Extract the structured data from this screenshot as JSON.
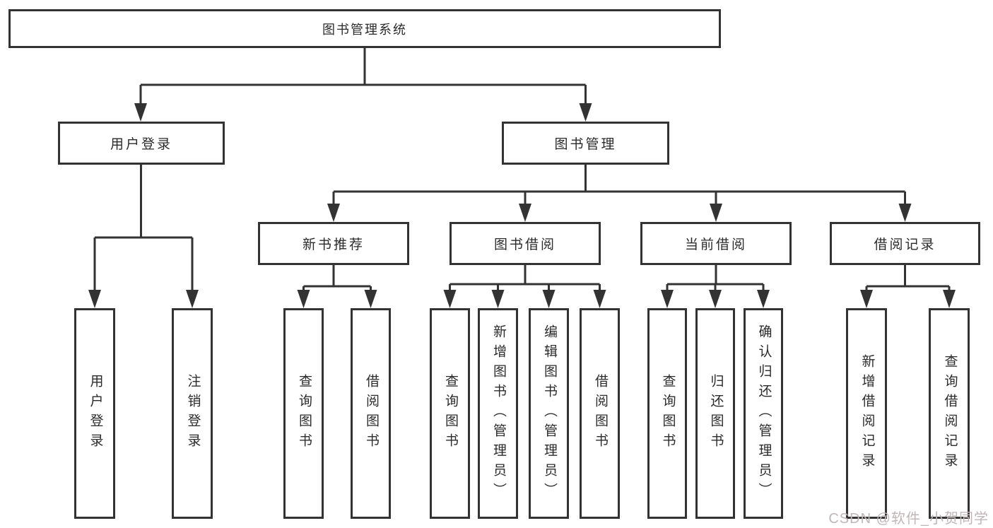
{
  "diagram": {
    "title": "图书管理系统",
    "tree": {
      "root": {
        "label": "图书管理系统",
        "children": [
          {
            "label": "用户登录",
            "children": [
              {
                "label": "用户登录"
              },
              {
                "label": "注销登录"
              }
            ]
          },
          {
            "label": "图书管理",
            "children": [
              {
                "label": "新书推荐",
                "children": [
                  {
                    "label": "查询图书"
                  },
                  {
                    "label": "借阅图书"
                  }
                ]
              },
              {
                "label": "图书借阅",
                "children": [
                  {
                    "label": "查询图书"
                  },
                  {
                    "label": "新增图书（管理员）"
                  },
                  {
                    "label": "编辑图书（管理员）"
                  },
                  {
                    "label": "借阅图书"
                  }
                ]
              },
              {
                "label": "当前借阅",
                "children": [
                  {
                    "label": "查询图书"
                  },
                  {
                    "label": "归还图书"
                  },
                  {
                    "label": "确认归还（管理员）"
                  }
                ]
              },
              {
                "label": "借阅记录",
                "children": [
                  {
                    "label": "新增借阅记录"
                  },
                  {
                    "label": "查询借阅记录"
                  }
                ]
              }
            ]
          }
        ]
      }
    },
    "watermark": {
      "text": "CSDN @软件_小贺同学",
      "color": "#c1b6b7"
    },
    "colors": {
      "line": "#333333",
      "border": "#333333",
      "text": "#2b2b2b",
      "background": "#ffffff"
    }
  }
}
